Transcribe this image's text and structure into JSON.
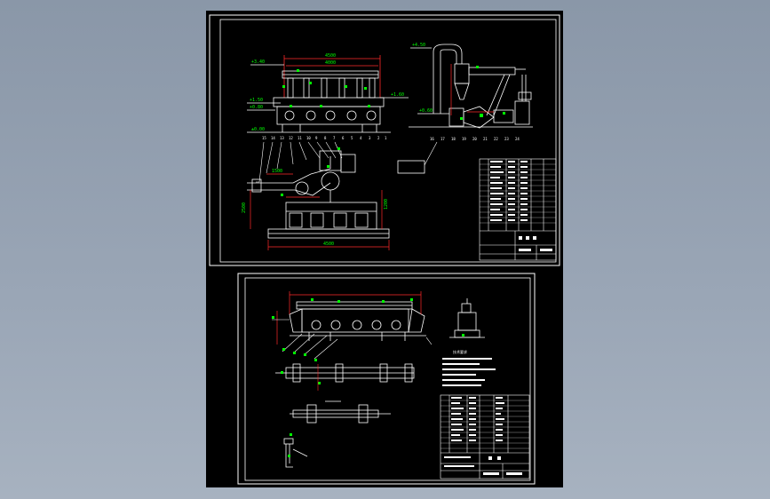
{
  "colors": {
    "sheet": "#000000",
    "frame": "#ffffff",
    "dimension": "#ff2a2a",
    "annotation": "#00ff00",
    "background": "#95a2b3"
  },
  "sheet1": {
    "elevations": {
      "e1": "+3.40",
      "e2": "+1.50",
      "e3": "+0.80",
      "e4": "±0.00",
      "e5": "+1.60",
      "e6": "+4.50",
      "e7": "+0.60"
    },
    "dims": {
      "d_top": "4500",
      "d_top2": "4000",
      "d_mid": "1500",
      "d_v": "2500",
      "d_right": "1200",
      "d_bottom": "4500"
    },
    "part_numbers_left": [
      "15",
      "14",
      "13",
      "12",
      "11",
      "10",
      "9",
      "8",
      "7",
      "6",
      "5",
      "4",
      "3",
      "2",
      "1"
    ],
    "part_numbers_right": [
      "16",
      "17",
      "18",
      "19",
      "20",
      "21",
      "22",
      "23",
      "24"
    ]
  },
  "sheet2": {
    "notes_heading": "技术要求"
  }
}
